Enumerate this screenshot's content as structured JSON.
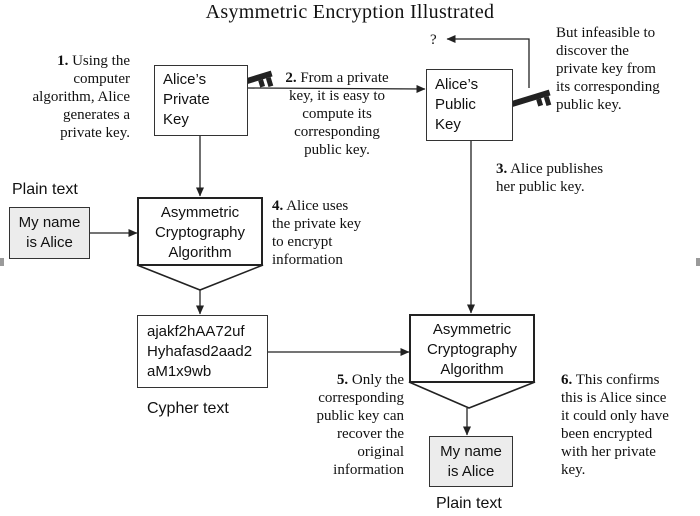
{
  "title": "Asymmetric Encryption Illustrated",
  "question_mark": "?",
  "boxes": {
    "alice_private": [
      "Alice’s",
      "Private",
      "Key"
    ],
    "alice_public": [
      "Alice’s",
      "Public",
      "Key"
    ],
    "plain_input": [
      "My name",
      "is Alice"
    ],
    "algo_encrypt": [
      "Asymmetric",
      "Cryptography",
      "Algorithm"
    ],
    "cypher": [
      "ajakf2hAA72uf",
      "Hyhafasd2aad2",
      "aM1x9wb"
    ],
    "algo_decrypt": [
      "Asymmetric",
      "Cryptography",
      "Algorithm"
    ],
    "plain_output": [
      "My name",
      "is Alice"
    ]
  },
  "labels": {
    "plain_text_top": "Plain text",
    "cypher_text": "Cypher text",
    "plain_text_bottom": "Plain text"
  },
  "steps": {
    "s1": {
      "num": "1.",
      "lines": [
        "Using the",
        "computer",
        "algorithm, Alice",
        "generates a",
        "private key."
      ]
    },
    "s2": {
      "num": "2.",
      "lines": [
        "From a private",
        "key, it is easy to",
        "compute its",
        "corresponding",
        "public key."
      ]
    },
    "infeasible": {
      "lines": [
        "But infeasible to",
        "discover the",
        "private key from",
        "its corresponding",
        "public key."
      ]
    },
    "s3": {
      "num": "3.",
      "lines": [
        "Alice publishes",
        "her public key."
      ]
    },
    "s4": {
      "num": "4.",
      "lines": [
        "Alice uses",
        "the private key",
        "to encrypt",
        "information"
      ]
    },
    "s5": {
      "num": "5.",
      "lines": [
        "Only the",
        "corresponding",
        "public key can",
        "recover the",
        "original",
        "information"
      ]
    },
    "s6": {
      "num": "6.",
      "lines": [
        "This confirms",
        "this is Alice since",
        "it could only have",
        "been encrypted",
        "with her private",
        "key."
      ]
    }
  },
  "icons": {
    "private_key": "key-icon",
    "public_key": "key-icon"
  }
}
